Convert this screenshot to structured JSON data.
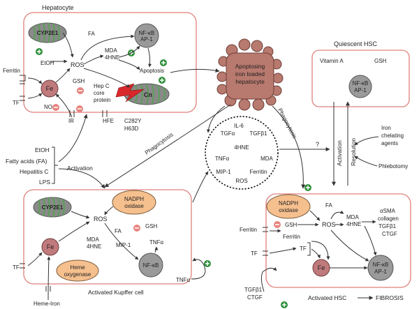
{
  "colors": {
    "cell_border": "#e0807a",
    "organelle_fill": "#8a8a8a",
    "mito_stripe": "#5d9e5a",
    "nucleus_fill": "#9a9a9a",
    "fe_fill": "#c07a7c",
    "orange_fill": "#f5bf8e",
    "apoptosis_fill": "#b8796e",
    "inhibit_fill": "#e8847f",
    "activate_fill": "#2f8f3a",
    "lightning": "#d8282c",
    "cytokine_border": "#111111"
  },
  "icons": {
    "inhibit": "minus-circle-icon",
    "activate": "plus-circle-icon",
    "mitochondrion": "mitochondrion-icon",
    "lightning": "lightning-bolt-icon"
  },
  "hepatocyte": {
    "title": "Hepatocyte",
    "cyp2e1": "CYP2E1",
    "etoh": "EtOH",
    "ros": "ROS",
    "fa": "FA",
    "nfkb1": "NF-κB",
    "nfkb2": "AP-1",
    "mda": "MDA",
    "hne": "4HNE",
    "apoptosis": "Apoptosis",
    "gsh": "GSH",
    "hepc1": "Hep C",
    "hepc2": "core",
    "hepc3": "protein",
    "cn": "Cn",
    "fe": "Fe",
    "no": "NO",
    "ferritin": "Ferritin",
    "tf": "TF",
    "ir": "IR",
    "hfe": "HFE",
    "c282y": "C282Y",
    "h63d": "H63D"
  },
  "apoptosing": {
    "line1": "Apoptosing",
    "line2": "iron loaded",
    "line3": "hepatocyte"
  },
  "quiescent_hsc": {
    "title": "Quiescent HSC",
    "vitamin_a": "Vitamin A",
    "gsh": "GSH",
    "nfkb1": "NF-κB",
    "nfkb2": "AP-1"
  },
  "triggers": {
    "etoh": "EtOH",
    "fatty": "Fatty acids (FA)",
    "hepc": "Hepatitis C",
    "lps": "LPS",
    "activation": "Activation"
  },
  "cytokines": {
    "il6": "IL-6",
    "tgfa": "TGFα",
    "tgfb1": "TGFβ1",
    "hne": "4HNE",
    "tnfa": "TNFα",
    "mda": "MDA",
    "mip1": "MIP-1",
    "ferritin": "Ferritin",
    "ros": "ROS"
  },
  "phagocytosis1": "Phagocytosis",
  "phagocytosis2": "Phagocytosis",
  "question": "?",
  "activation_label": "Activation",
  "resolution_label": "Resolution",
  "therapies": {
    "iron1": "Iron",
    "iron2": "chelating",
    "iron3": "agents",
    "phlebotomy": "Phlebotomy"
  },
  "kupffer": {
    "cyp2e1": "CYP2E1",
    "nadph1": "NADPH",
    "nadph2": "oxidase",
    "ros": "ROS",
    "gsh": "GSH",
    "fa": "FA",
    "mda": "MDA",
    "hne": "4HNE",
    "mip1": "MIP-1",
    "tnfa": "TNFα",
    "nfkb": "NF-κB",
    "fe": "Fe",
    "heme1": "Heme",
    "heme2": "oxygenase",
    "tf": "TF",
    "heme_iron": "Heme-Iron",
    "title": "Activated Kupffer cell",
    "tnfa_out": "TNFα"
  },
  "activated_hsc": {
    "nadph1": "NADPH",
    "nadph2": "oxidase",
    "fa": "FA",
    "mda": "MDA",
    "hne": "4HNE",
    "asma": "αSMA",
    "collagen": "collagen",
    "tgfb1": "TGFβ1",
    "ctgf": "CTGF",
    "ferritin_out": "Ferritin",
    "gsh": "GSH",
    "ros": "ROS",
    "ferritin_in": "Ferritin",
    "tf_out": "TF",
    "tf_in": "TF",
    "fe": "Fe",
    "nfkb1": "NF-κB",
    "nfkb2": "AP-1",
    "tgfb1_out": "TGFβ1",
    "ctgf_out": "CTGF",
    "title": "Activated HSC",
    "fibrosis": "FIBROSIS"
  }
}
